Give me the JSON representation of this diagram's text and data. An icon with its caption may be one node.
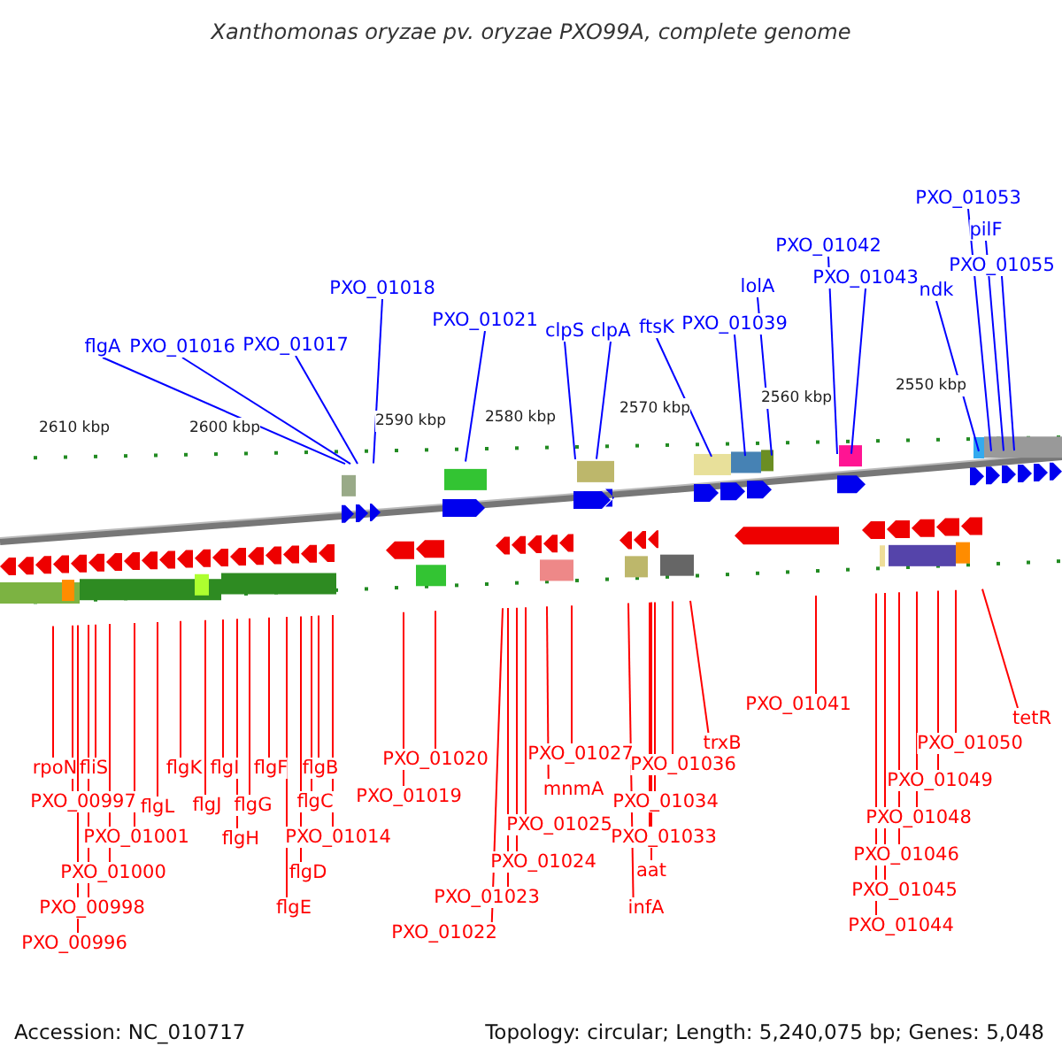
{
  "diagram": {
    "title": "Xanthomonas oryzae pv. oryzae PXO99A, complete genome",
    "nodes": [
      {
        "text": [
          "flgA"
        ]
      },
      {
        "text": [
          "PXO_01016"
        ]
      },
      {
        "text": [
          "PXO_01017"
        ]
      },
      {
        "text": [
          "PXO_01018"
        ]
      },
      {
        "text": [
          "PXO_01021"
        ]
      },
      {
        "text": [
          "clpS"
        ]
      },
      {
        "text": [
          "clpA"
        ]
      },
      {
        "text": [
          "ftsK"
        ]
      },
      {
        "text": [
          "PXO_01039"
        ]
      },
      {
        "text": [
          "lolA"
        ]
      },
      {
        "text": [
          "PXO_01042"
        ]
      },
      {
        "text": [
          "PXO_01043"
        ]
      },
      {
        "text": [
          "ndk"
        ]
      },
      {
        "text": [
          "PXO_01053"
        ]
      },
      {
        "text": [
          "pilF"
        ]
      },
      {
        "text": [
          "PXO_01055"
        ]
      },
      {
        "text": [
          "rpoN"
        ]
      },
      {
        "text": [
          "fliS"
        ]
      },
      {
        "text": [
          "PXO_00997"
        ]
      },
      {
        "text": [
          "PXO_01001"
        ]
      },
      {
        "text": [
          "PXO_01000"
        ]
      },
      {
        "text": [
          "PXO_00998"
        ]
      },
      {
        "text": [
          "PXO_00996"
        ]
      },
      {
        "text": [
          "flgL"
        ]
      },
      {
        "text": [
          "flgK"
        ]
      },
      {
        "text": [
          "flgJ"
        ]
      },
      {
        "text": [
          "flgI"
        ]
      },
      {
        "text": [
          "flgH"
        ]
      },
      {
        "text": [
          "flgG"
        ]
      },
      {
        "text": [
          "flgF"
        ]
      },
      {
        "text": [
          "flgE"
        ]
      },
      {
        "text": [
          "flgD"
        ]
      },
      {
        "text": [
          "flgC"
        ]
      },
      {
        "text": [
          "flgB"
        ]
      },
      {
        "text": [
          "PXO_01014"
        ]
      },
      {
        "text": [
          "PXO_01020"
        ]
      },
      {
        "text": [
          "PXO_01019"
        ]
      },
      {
        "text": [
          "PXO_01022"
        ]
      },
      {
        "text": [
          "PXO_01023"
        ]
      },
      {
        "text": [
          "PXO_01024"
        ]
      },
      {
        "text": [
          "PXO_01025"
        ]
      },
      {
        "text": [
          "mnmA"
        ]
      },
      {
        "text": [
          "PXO_01027"
        ]
      },
      {
        "text": [
          "PXO_01036"
        ]
      },
      {
        "text": [
          "PXO_01034"
        ]
      },
      {
        "text": [
          "PXO_01033"
        ]
      },
      {
        "text": [
          "aat"
        ]
      },
      {
        "text": [
          "infA"
        ]
      },
      {
        "text": [
          "trxB"
        ]
      },
      {
        "text": [
          "PXO_01041"
        ]
      },
      {
        "text": [
          "tetR"
        ]
      },
      {
        "text": [
          "PXO_01050"
        ]
      },
      {
        "text": [
          "PXO_01049"
        ]
      },
      {
        "text": [
          "PXO_01048"
        ]
      },
      {
        "text": [
          "PXO_01046"
        ]
      },
      {
        "text": [
          "PXO_01045"
        ]
      },
      {
        "text": [
          "PXO_01044"
        ]
      }
    ],
    "edges": [
      {
        "from": 0,
        "to": null,
        "arrow": "none",
        "color": "#0000ff"
      },
      {
        "from": 1,
        "to": null,
        "arrow": "none",
        "color": "#0000ff"
      },
      {
        "from": 2,
        "to": null,
        "arrow": "none",
        "color": "#0000ff"
      },
      {
        "from": 3,
        "to": null,
        "arrow": "none",
        "color": "#0000ff"
      },
      {
        "from": 4,
        "to": null,
        "arrow": "none",
        "color": "#0000ff"
      },
      {
        "from": 5,
        "to": null,
        "arrow": "none",
        "color": "#0000ff"
      },
      {
        "from": 6,
        "to": null,
        "arrow": "none",
        "color": "#0000ff"
      },
      {
        "from": 7,
        "to": null,
        "arrow": "none",
        "color": "#0000ff"
      },
      {
        "from": 8,
        "to": null,
        "arrow": "none",
        "color": "#0000ff"
      },
      {
        "from": 9,
        "to": null,
        "arrow": "none",
        "color": "#0000ff"
      },
      {
        "from": 10,
        "to": null,
        "arrow": "none",
        "color": "#0000ff"
      },
      {
        "from": 11,
        "to": null,
        "arrow": "none",
        "color": "#0000ff"
      },
      {
        "from": 12,
        "to": null,
        "arrow": "none",
        "color": "#0000ff"
      },
      {
        "from": 13,
        "to": null,
        "arrow": "none",
        "color": "#0000ff"
      },
      {
        "from": 14,
        "to": null,
        "arrow": "none",
        "color": "#0000ff"
      },
      {
        "from": 15,
        "to": null,
        "arrow": "none",
        "color": "#0000ff"
      },
      {
        "from": 16,
        "to": null,
        "arrow": "none"
      },
      {
        "from": 17,
        "to": null,
        "arrow": "none"
      },
      {
        "from": 18,
        "to": null,
        "arrow": "none"
      },
      {
        "from": 19,
        "to": null,
        "arrow": "none"
      },
      {
        "from": 20,
        "to": null,
        "arrow": "none"
      },
      {
        "from": 21,
        "to": null,
        "arrow": "none"
      },
      {
        "from": 22,
        "to": null,
        "arrow": "none"
      },
      {
        "from": 23,
        "to": null,
        "arrow": "none"
      },
      {
        "from": 24,
        "to": null,
        "arrow": "none"
      },
      {
        "from": 25,
        "to": null,
        "arrow": "none"
      },
      {
        "from": 26,
        "to": null,
        "arrow": "none"
      },
      {
        "from": 27,
        "to": null,
        "arrow": "none"
      },
      {
        "from": 28,
        "to": null,
        "arrow": "none"
      },
      {
        "from": 29,
        "to": null,
        "arrow": "none"
      },
      {
        "from": 30,
        "to": null,
        "arrow": "none"
      },
      {
        "from": 31,
        "to": null,
        "arrow": "none"
      },
      {
        "from": 32,
        "to": null,
        "arrow": "none"
      },
      {
        "from": 33,
        "to": null,
        "arrow": "none"
      },
      {
        "from": 34,
        "to": null,
        "arrow": "none"
      },
      {
        "from": 35,
        "to": null,
        "arrow": "none"
      },
      {
        "from": 36,
        "to": null,
        "arrow": "none"
      },
      {
        "from": 37,
        "to": null,
        "arrow": "none"
      },
      {
        "from": 38,
        "to": null,
        "arrow": "none"
      },
      {
        "from": 39,
        "to": null,
        "arrow": "none"
      },
      {
        "from": 40,
        "to": null,
        "arrow": "none"
      },
      {
        "from": 41,
        "to": null,
        "arrow": "none"
      },
      {
        "from": 42,
        "to": null,
        "arrow": "none"
      },
      {
        "from": 43,
        "to": null,
        "arrow": "none"
      },
      {
        "from": 44,
        "to": null,
        "arrow": "none"
      },
      {
        "from": 45,
        "to": null,
        "arrow": "none"
      },
      {
        "from": 46,
        "to": null,
        "arrow": "none"
      },
      {
        "from": 47,
        "to": null,
        "arrow": "none"
      },
      {
        "from": 48,
        "to": null,
        "arrow": "none"
      },
      {
        "from": 49,
        "to": null,
        "arrow": "none"
      },
      {
        "from": 50,
        "to": null,
        "arrow": "none"
      },
      {
        "from": 51,
        "to": null,
        "arrow": "none"
      },
      {
        "from": 52,
        "to": null,
        "arrow": "none"
      },
      {
        "from": 53,
        "to": null,
        "arrow": "none"
      },
      {
        "from": 54,
        "to": null,
        "arrow": "none"
      },
      {
        "from": 55,
        "to": null,
        "arrow": "none"
      },
      {
        "from": 56,
        "to": null,
        "arrow": "none"
      }
    ],
    "labels": [
      "2610 kbp",
      "2600 kbp",
      "2590 kbp",
      "2580 kbp",
      "2570 kbp",
      "2560 kbp",
      "2550 kbp",
      "Accession: NC_010717",
      "Topology: circular; Length: 5,240,075 bp; Genes: 5,048"
    ]
  }
}
